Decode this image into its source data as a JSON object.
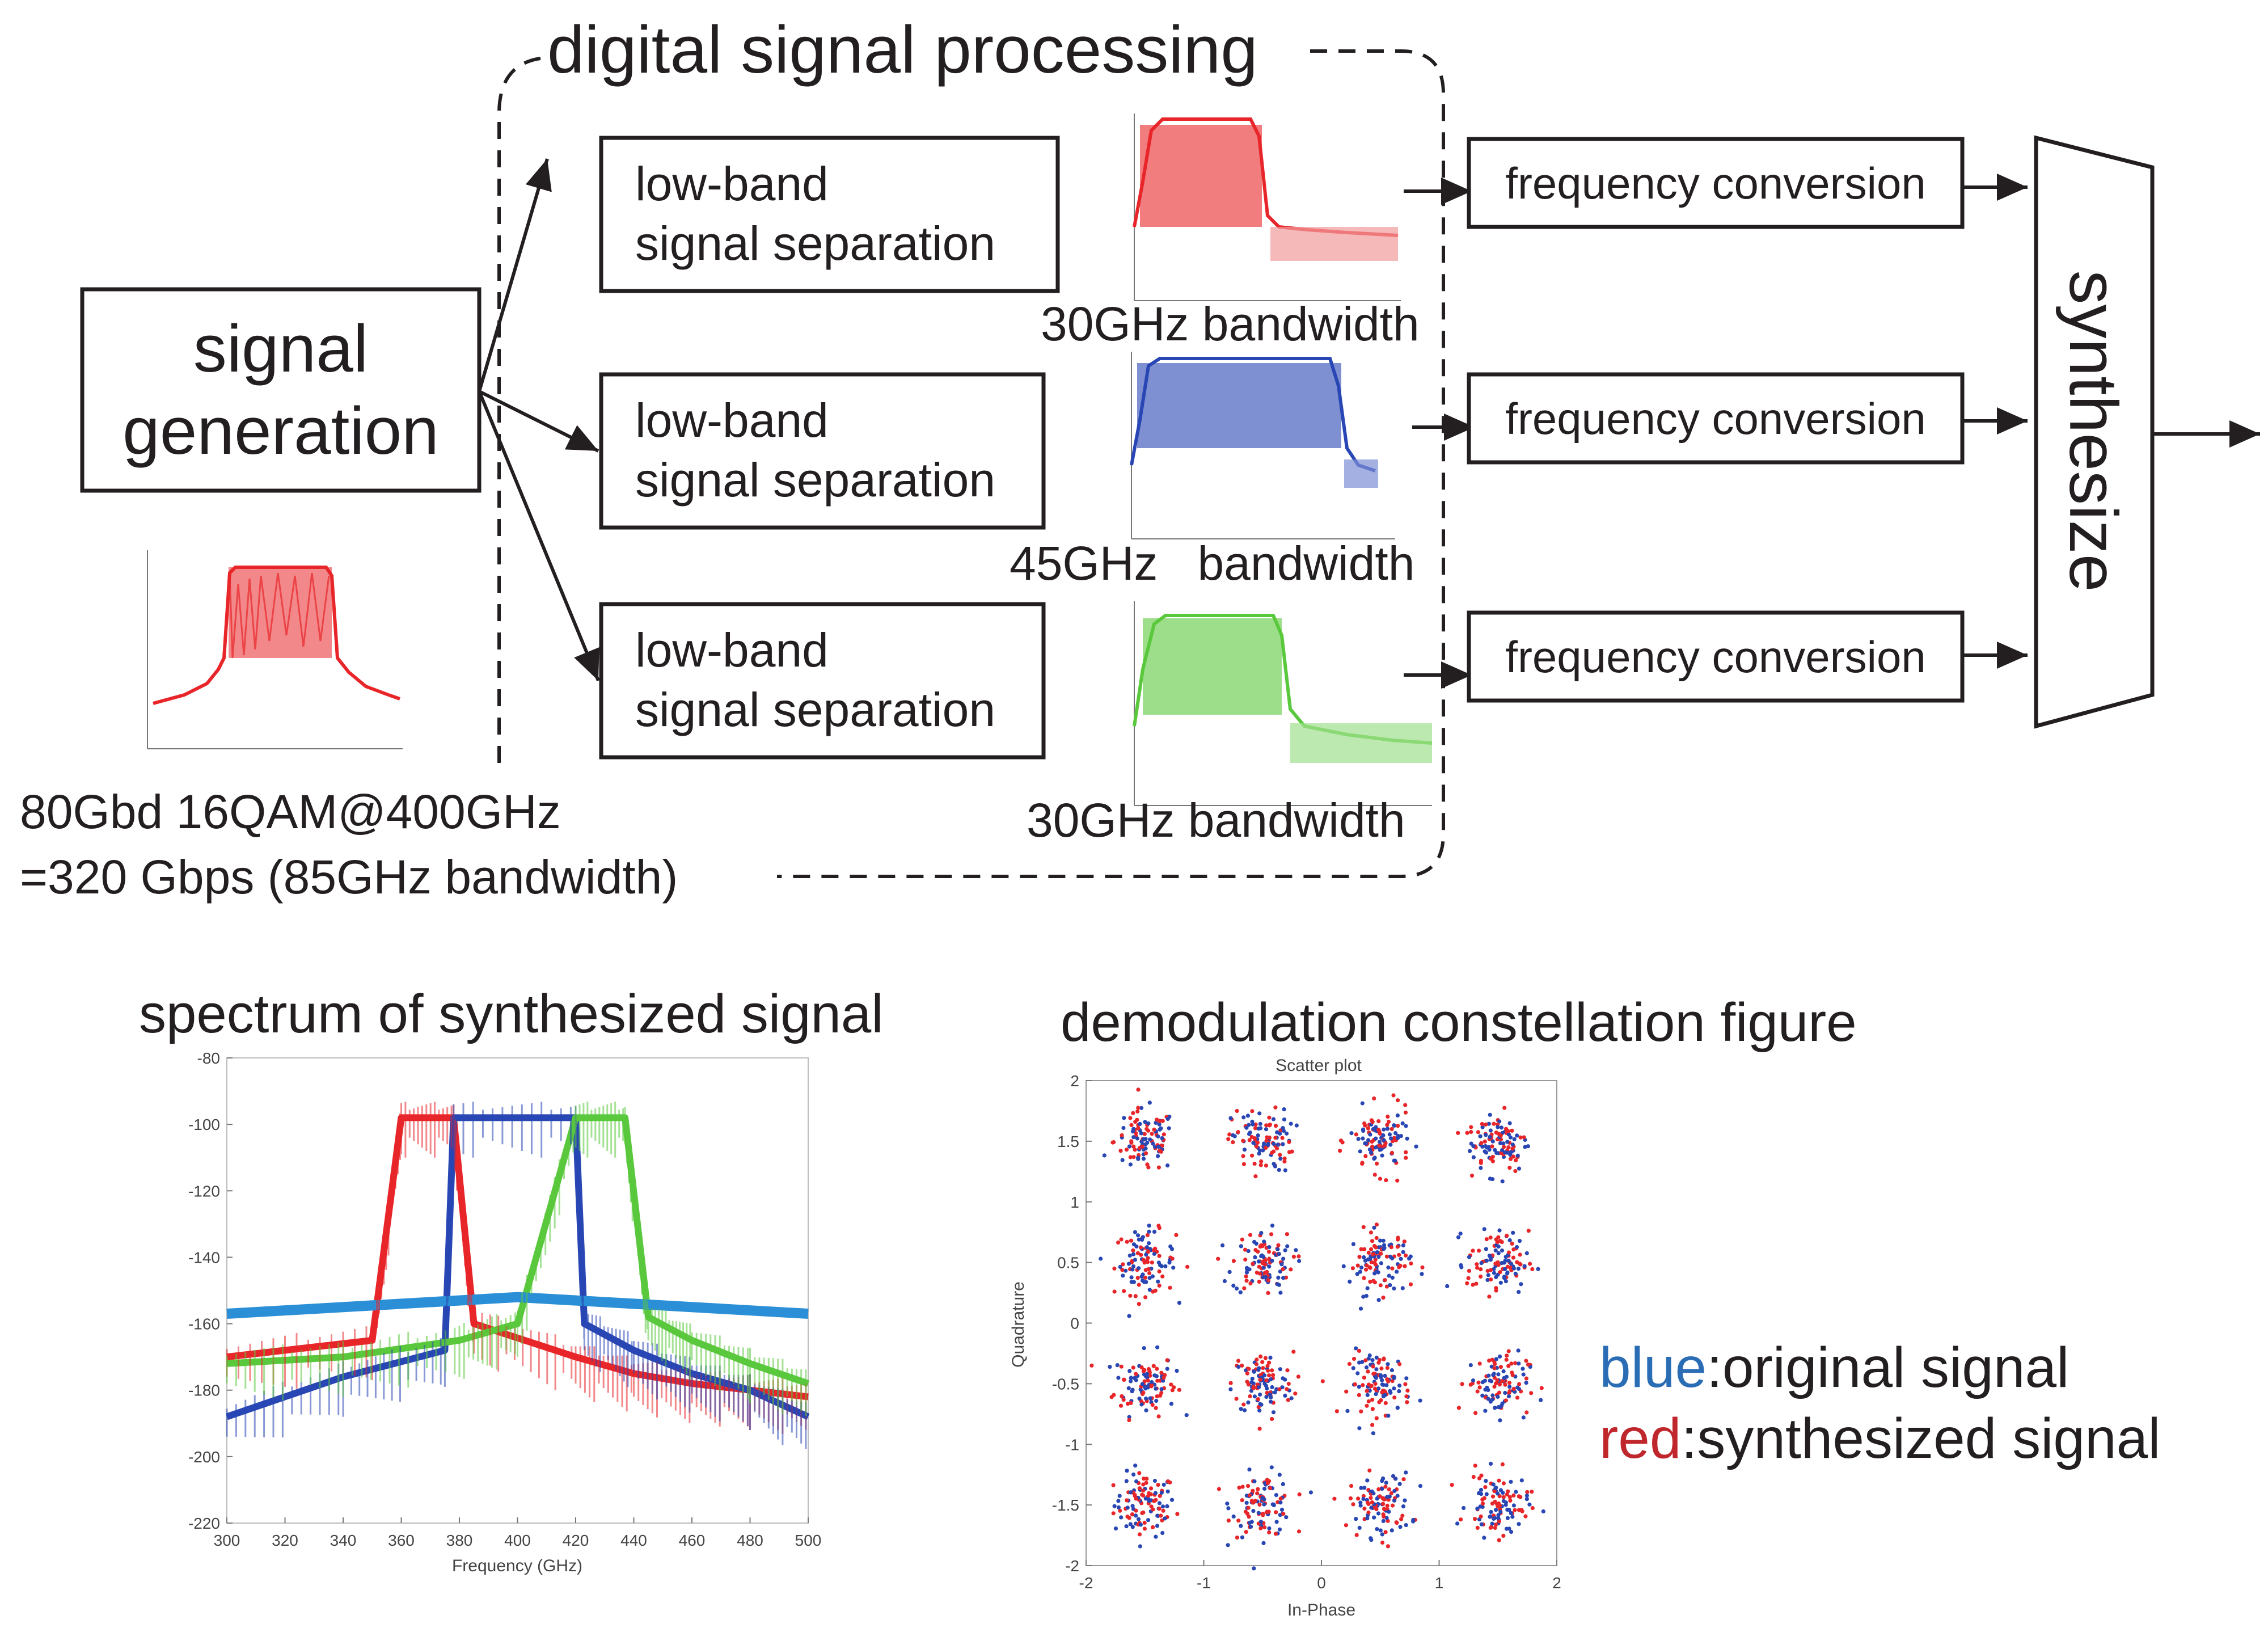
{
  "dsp_title": "digital signal processing",
  "signal_generation": {
    "line1": "signal",
    "line2": "generation"
  },
  "source_caption": {
    "line1": "80Gbd 16QAM@400GHz",
    "line2": "=320 Gbps (85GHz bandwidth)"
  },
  "separation_blocks": [
    {
      "line1": "low-band",
      "line2": "signal separation"
    },
    {
      "line1": "low-band",
      "line2": "signal separation"
    },
    {
      "line1": "low-band",
      "line2": "signal separation"
    }
  ],
  "bandwidth_labels": [
    "30GHz bandwidth",
    "45GHz   bandwidth",
    "30GHz bandwidth"
  ],
  "conversion_blocks": [
    "frequency conversion",
    "frequency conversion",
    "frequency conversion"
  ],
  "synthesize_label": "synthesize",
  "colors": {
    "red": "#e8262a",
    "blue": "#2846b4",
    "green": "#5ac83c",
    "lightblue": "#2a8fd6",
    "legend_blue": "#2a6db5",
    "legend_red": "#c0272d",
    "ink": "#231f20"
  },
  "spectrum": {
    "title": "spectrum of synthesized signal",
    "xlabel": "Frequency (GHz)",
    "xticks": [
      "300",
      "320",
      "340",
      "360",
      "380",
      "400",
      "420",
      "440",
      "460",
      "480",
      "500"
    ],
    "yticks": [
      "-80",
      "-100",
      "-120",
      "-140",
      "-160",
      "-180",
      "-200",
      "-220"
    ]
  },
  "constellation": {
    "title": "demodulation constellation figure",
    "plot_title": "Scatter plot",
    "xlabel": "In-Phase",
    "ylabel": "Quadrature",
    "xticks": [
      "-2",
      "-1",
      "0",
      "1",
      "2"
    ],
    "yticks": [
      "2",
      "1.5",
      "1",
      "0.5",
      "0",
      "-0.5",
      "-1",
      "-1.5",
      "-2"
    ]
  },
  "legend": [
    {
      "key": "blue",
      "sep": ":",
      "text": "original signal"
    },
    {
      "key": "red",
      "sep": ":",
      "text": "synthesized signal"
    }
  ],
  "chart_data": [
    {
      "type": "line",
      "title": "spectrum of synthesized signal",
      "xlabel": "Frequency (GHz)",
      "ylabel": "",
      "xlim": [
        300,
        500
      ],
      "ylim": [
        -220,
        -80
      ],
      "grid": false,
      "series": [
        {
          "x": [
            300,
            350,
            360,
            378,
            385,
            420,
            440,
            460,
            480,
            500
          ],
          "values": [
            -170,
            -165,
            -98,
            -98,
            -160,
            -170,
            -175,
            -178,
            -180,
            -182
          ]
        },
        {
          "x": [
            300,
            340,
            375,
            378,
            420,
            423,
            440,
            460,
            480,
            500
          ],
          "values": [
            -188,
            -176,
            -168,
            -98,
            -98,
            -160,
            -168,
            -175,
            -180,
            -188
          ]
        },
        {
          "x": [
            300,
            340,
            380,
            400,
            420,
            437,
            445,
            460,
            480,
            500
          ],
          "values": [
            -172,
            -170,
            -165,
            -160,
            -98,
            -98,
            -158,
            -165,
            -172,
            -178
          ]
        },
        {
          "x": [
            300,
            400,
            500
          ],
          "values": [
            -157,
            -152,
            -157
          ]
        }
      ]
    },
    {
      "type": "scatter",
      "title": "Scatter plot",
      "xlabel": "In-Phase",
      "ylabel": "Quadrature",
      "xlim": [
        -2,
        2
      ],
      "ylim": [
        -2,
        2
      ],
      "grid": false,
      "centers": [
        -1.5,
        -0.5,
        0.5,
        1.5
      ],
      "series": [
        {
          "name": "original signal",
          "color": "#2846b4"
        },
        {
          "name": "synthesized signal",
          "color": "#e8262a"
        }
      ]
    }
  ]
}
